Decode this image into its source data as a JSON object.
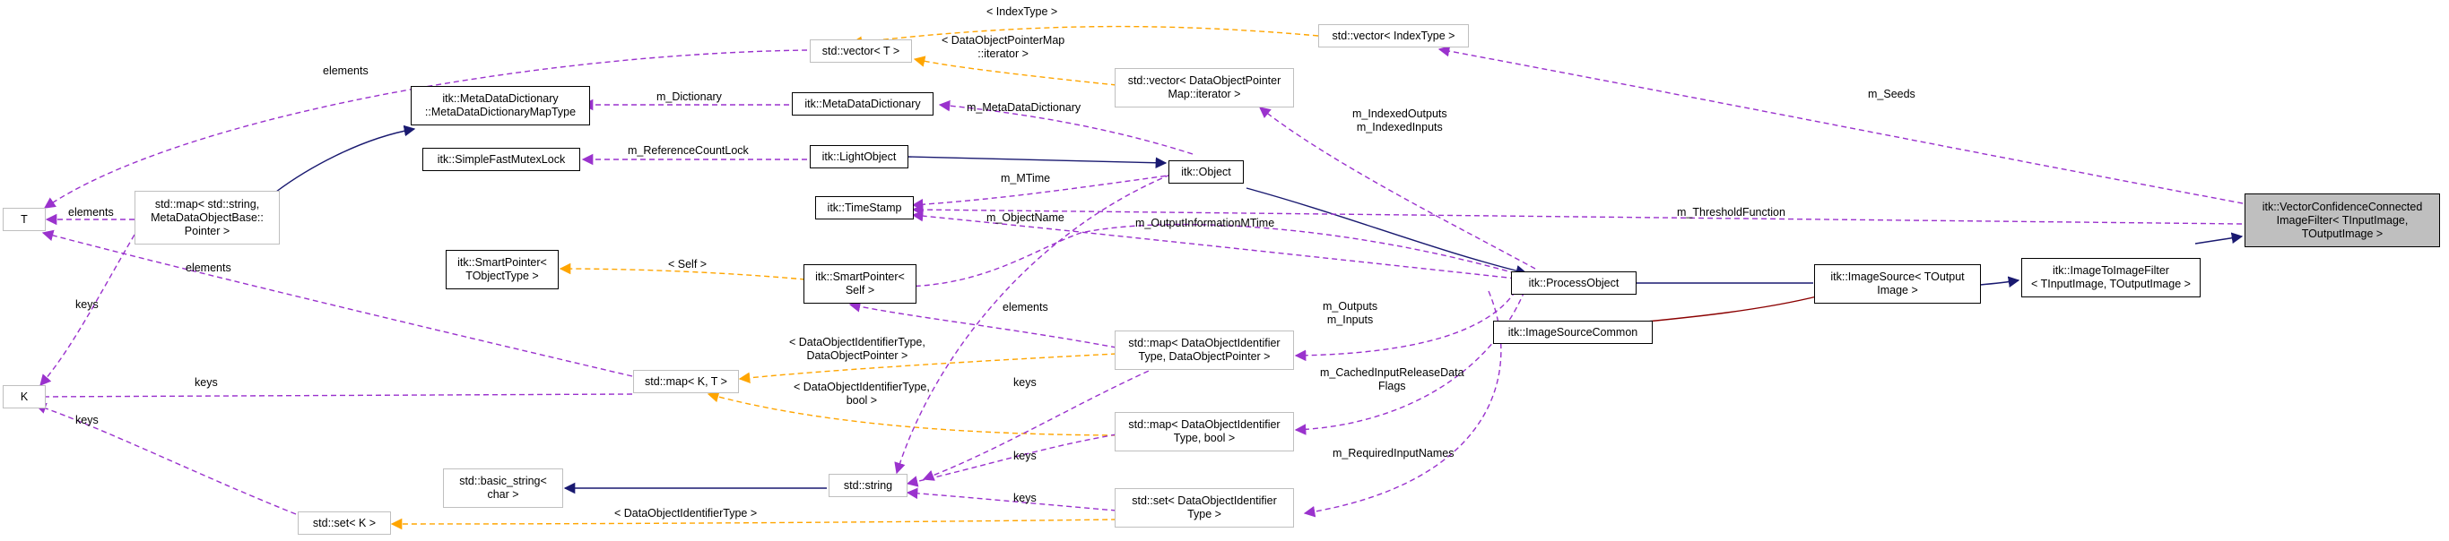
{
  "colors": {
    "purple": "#9a32cd",
    "orange": "#ffa500",
    "navy": "#191970",
    "darkred": "#8b0000"
  },
  "nodes": {
    "vccif": [
      "itk::VectorConfidenceConnected",
      "ImageFilter< TInputImage,",
      "TOutputImage >"
    ],
    "itif": [
      "itk::ImageToImageFilter",
      "< TInputImage, TOutputImage >"
    ],
    "isrc": [
      "itk::ImageSource< TOutput",
      "Image >"
    ],
    "isc": [
      "itk::ImageSourceCommon"
    ],
    "po": [
      "itk::ProcessObject"
    ],
    "obj": [
      "itk::Object"
    ],
    "lo": [
      "itk::LightObject"
    ],
    "mdd": [
      "itk::MetaDataDictionary"
    ],
    "mddmt": [
      "itk::MetaDataDictionary",
      "::MetaDataDictionaryMapType"
    ],
    "sfml": [
      "itk::SimpleFastMutexLock"
    ],
    "ts": [
      "itk::TimeStamp"
    ],
    "spT": [
      "itk::SmartPointer<",
      "TObjectType >"
    ],
    "spSelf": [
      "itk::SmartPointer<",
      "Self >"
    ],
    "mapStrMeta": [
      "std::map< std::string,",
      "MetaDataObjectBase::",
      "Pointer >"
    ],
    "T": [
      "T"
    ],
    "K": [
      "K"
    ],
    "vecT": [
      "std::vector< T >"
    ],
    "vecIdx": [
      "std::vector< IndexType >"
    ],
    "vecDOPM": [
      "std::vector< DataObjectPointer",
      "Map::iterator >"
    ],
    "mapDOIP": [
      "std::map< DataObjectIdentifier",
      "Type, DataObjectPointer >"
    ],
    "mapKT": [
      "std::map< K, T >"
    ],
    "mapDOIB": [
      "std::map< DataObjectIdentifier",
      "Type, bool >"
    ],
    "bstr": [
      "std::basic_string<",
      "char >"
    ],
    "str": [
      "std::string"
    ],
    "setDOI": [
      "std::set< DataObjectIdentifier",
      "Type >"
    ],
    "setK": [
      "std::set< K >"
    ]
  },
  "edge_labels": {
    "indexType": [
      "< IndexType >"
    ],
    "dopmIter": [
      "< DataObjectPointerMap",
      "::iterator >"
    ],
    "elemVecT": [
      "elements"
    ],
    "mDictionary": [
      "m_Dictionary"
    ],
    "mMDD": [
      "m_MetaDataDictionary"
    ],
    "mSeeds": [
      "m_Seeds"
    ],
    "mIndexed": [
      "m_IndexedOutputs",
      "m_IndexedInputs"
    ],
    "mRefLock": [
      "m_ReferenceCountLock"
    ],
    "mMTime": [
      "m_MTime"
    ],
    "mThreshold": [
      "m_ThresholdFunction"
    ],
    "elemMapStr": [
      "elements"
    ],
    "mObjName": [
      "m_ObjectName"
    ],
    "mOutInfo": [
      "m_OutputInformationMTime"
    ],
    "elemMapKT": [
      "elements"
    ],
    "self": [
      "< Self >"
    ],
    "keysMapStr": [
      "keys"
    ],
    "elemMapDOIP": [
      "elements"
    ],
    "mOutputs": [
      "m_Outputs",
      "m_Inputs"
    ],
    "doiPtr": [
      "< DataObjectIdentifierType,",
      "DataObjectPointer >"
    ],
    "keysMapKT": [
      "keys"
    ],
    "keysStr1": [
      "keys"
    ],
    "mCached": [
      "m_CachedInputReleaseData",
      "Flags"
    ],
    "doiBool": [
      "< DataObjectIdentifierType,",
      "bool >"
    ],
    "keysStr2": [
      "keys"
    ],
    "keysSetK": [
      "keys"
    ],
    "mReqInput": [
      "m_RequiredInputNames"
    ],
    "keysStr3": [
      "keys"
    ],
    "doiType": [
      "< DataObjectIdentifierType >"
    ]
  }
}
